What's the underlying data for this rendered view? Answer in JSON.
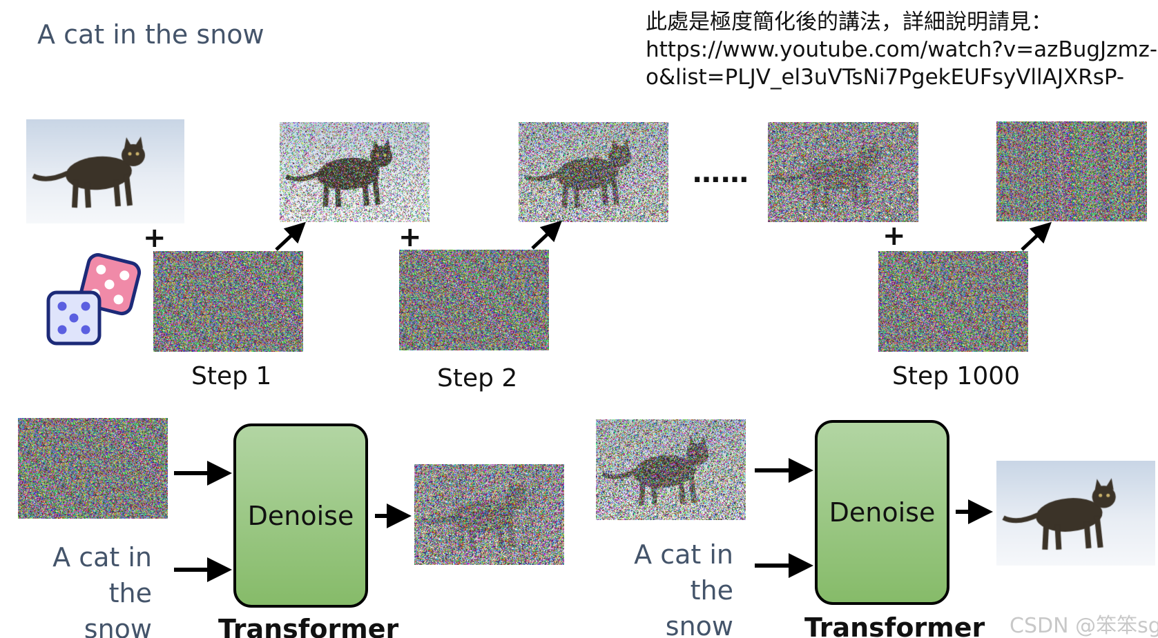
{
  "title": "A cat in the snow",
  "note_lines": [
    "此處是極度簡化後的講法，詳細說明請見：",
    "https://www.youtube.com/watch?v=azBugJzmz-",
    "o&list=PLJV_el3uVTsNi7PgekEUFsyVllAJXRsP-"
  ],
  "plus_symbol": "+",
  "ellipsis": "……",
  "steps": [
    "Step 1",
    "Step 2",
    "Step 1000"
  ],
  "denoise_label": "Denoise",
  "transformer_label": "Transformer",
  "prompt_line1": "A cat in the",
  "prompt_line2": "snow",
  "watermark": "CSDN @笨笨sg",
  "icons": [
    "dice-icon",
    "arrow-icon"
  ],
  "colors": {
    "denoise_box_top": "#b2d5a3",
    "denoise_box_bottom": "#86bb69",
    "title_text": "#44546a"
  }
}
